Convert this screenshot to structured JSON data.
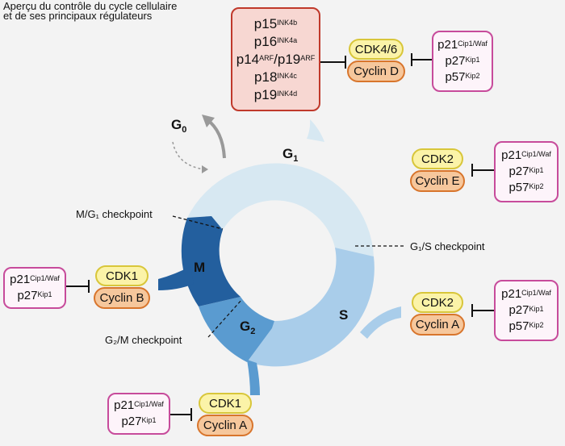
{
  "title": {
    "line1": "Aperçu du contrôle du cycle cellulaire",
    "line2": "et de ses principaux régulateurs"
  },
  "phases": {
    "g0": "G",
    "g0_sub": "0",
    "g1": "G",
    "g1_sub": "1",
    "s": "S",
    "g2": "G",
    "g2_sub": "2",
    "m": "M"
  },
  "checkpoints": {
    "m_g1": "M/G₁ checkpoint",
    "g1_s": "G₁/S checkpoint",
    "g2_m": "G₂/M checkpoint"
  },
  "complexes": {
    "g1": {
      "cdk": "CDK4/6",
      "cyclin": "Cyclin D"
    },
    "g1s": {
      "cdk": "CDK2",
      "cyclin": "Cyclin E"
    },
    "s": {
      "cdk": "CDK2",
      "cyclin": "Cyclin A"
    },
    "m": {
      "cdk": "CDK1",
      "cyclin": "Cyclin B"
    },
    "g2": {
      "cdk": "CDK1",
      "cyclin": "Cyclin A"
    }
  },
  "inhibitors": {
    "ink4": [
      {
        "base": "p15",
        "sup": "INK4b"
      },
      {
        "base": "p16",
        "sup": "INK4a"
      },
      {
        "base": "p14",
        "sup": "ARF",
        "base2": "/p19",
        "sup2": "ARF"
      },
      {
        "base": "p18",
        "sup": "INK4c"
      },
      {
        "base": "p19",
        "sup": "INK4d"
      }
    ],
    "cip_top": [
      {
        "base": "p21",
        "sup": "Cip1/Waf"
      },
      {
        "base": "p27",
        "sup": "Kip1"
      },
      {
        "base": "p57",
        "sup": "Kip2"
      }
    ],
    "cip_g1s": [
      {
        "base": "p21",
        "sup": "Cip1/Waf"
      },
      {
        "base": "p27",
        "sup": "Kip1"
      },
      {
        "base": "p57",
        "sup": "Kip2"
      }
    ],
    "cip_s": [
      {
        "base": "p21",
        "sup": "Cip1/Waf"
      },
      {
        "base": "p27",
        "sup": "Kip1"
      },
      {
        "base": "p57",
        "sup": "Kip2"
      }
    ],
    "cip_m": [
      {
        "base": "p21",
        "sup": "Cip1/Waf"
      },
      {
        "base": "p27",
        "sup": "Kip1"
      }
    ],
    "cip_g2": [
      {
        "base": "p21",
        "sup": "Cip1/Waf"
      },
      {
        "base": "p27",
        "sup": "Kip1"
      }
    ]
  },
  "colors": {
    "g1": "#d7e8f2",
    "s": "#a9cdea",
    "g2": "#5a9bd0",
    "m": "#235f9e"
  }
}
